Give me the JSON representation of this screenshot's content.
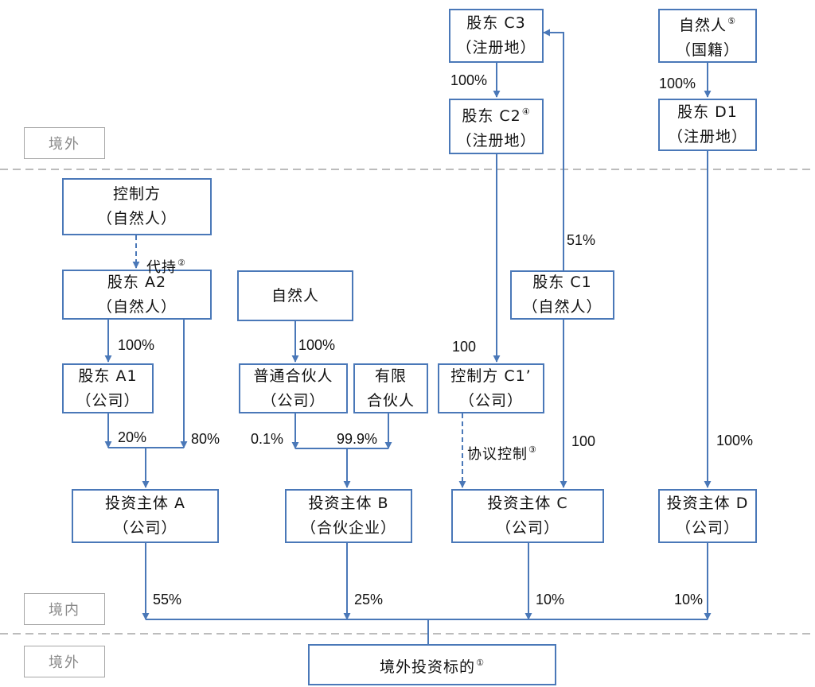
{
  "zones": {
    "outside_top": "境外",
    "inside": "境内",
    "outside_bottom": "境外"
  },
  "boxes": {
    "c3": {
      "line1": "股东 C3",
      "line2": "（注册地）"
    },
    "c2": {
      "line1": "股东 C2",
      "note": "④",
      "line2": "（注册地）"
    },
    "d_person": {
      "line1": "自然人",
      "note": "⑤",
      "line2": "（国籍）"
    },
    "d1": {
      "line1": "股东 D1",
      "line2": "（注册地）"
    },
    "controller_a": {
      "line1": "控制方",
      "line2": "（自然人）"
    },
    "a2": {
      "line1": "股东 A2",
      "line2": "（自然人）"
    },
    "b_person": {
      "line1": "自然人"
    },
    "c1": {
      "line1": "股东 C1",
      "line2": "（自然人）"
    },
    "a1": {
      "line1": "股东 A1",
      "line2": "（公司）"
    },
    "gp": {
      "line1": "普通合伙人",
      "line2": "（公司）"
    },
    "lp": {
      "line1": "有限",
      "line2": "合伙人"
    },
    "c1p": {
      "line1": "控制方 C1’",
      "line2": "（公司）"
    },
    "inv_a": {
      "line1": "投资主体 A",
      "line2": "（公司）"
    },
    "inv_b": {
      "line1": "投资主体 B",
      "line2": "（合伙企业）"
    },
    "inv_c": {
      "line1": "投资主体 C",
      "line2": "（公司）"
    },
    "inv_d": {
      "line1": "投资主体 D",
      "line2": "（公司）"
    },
    "target": {
      "line1": "境外投资标的",
      "note": "①"
    }
  },
  "labels": {
    "c3_c2": "100%",
    "d_person_d1": "100%",
    "proxy": "代持",
    "proxy_note": "②",
    "c1_c3": "51%",
    "a2_a1": "100%",
    "b_person_gp": "100%",
    "c2_c1p": "100",
    "a1_inv_a": "20%",
    "a2_inv_a": "80%",
    "gp_inv_b": "0.1%",
    "lp_inv_b": "99.9%",
    "agreement": "协议控制",
    "agreement_note": "③",
    "c1_inv_c": "100",
    "d1_inv_d": "100%",
    "inv_a_target": "55%",
    "inv_b_target": "25%",
    "inv_c_target": "10%",
    "inv_d_target": "10%"
  },
  "colors": {
    "line": "#4a78b8",
    "zone_border": "#a6a6a6",
    "separator": "#a6a6a6"
  }
}
